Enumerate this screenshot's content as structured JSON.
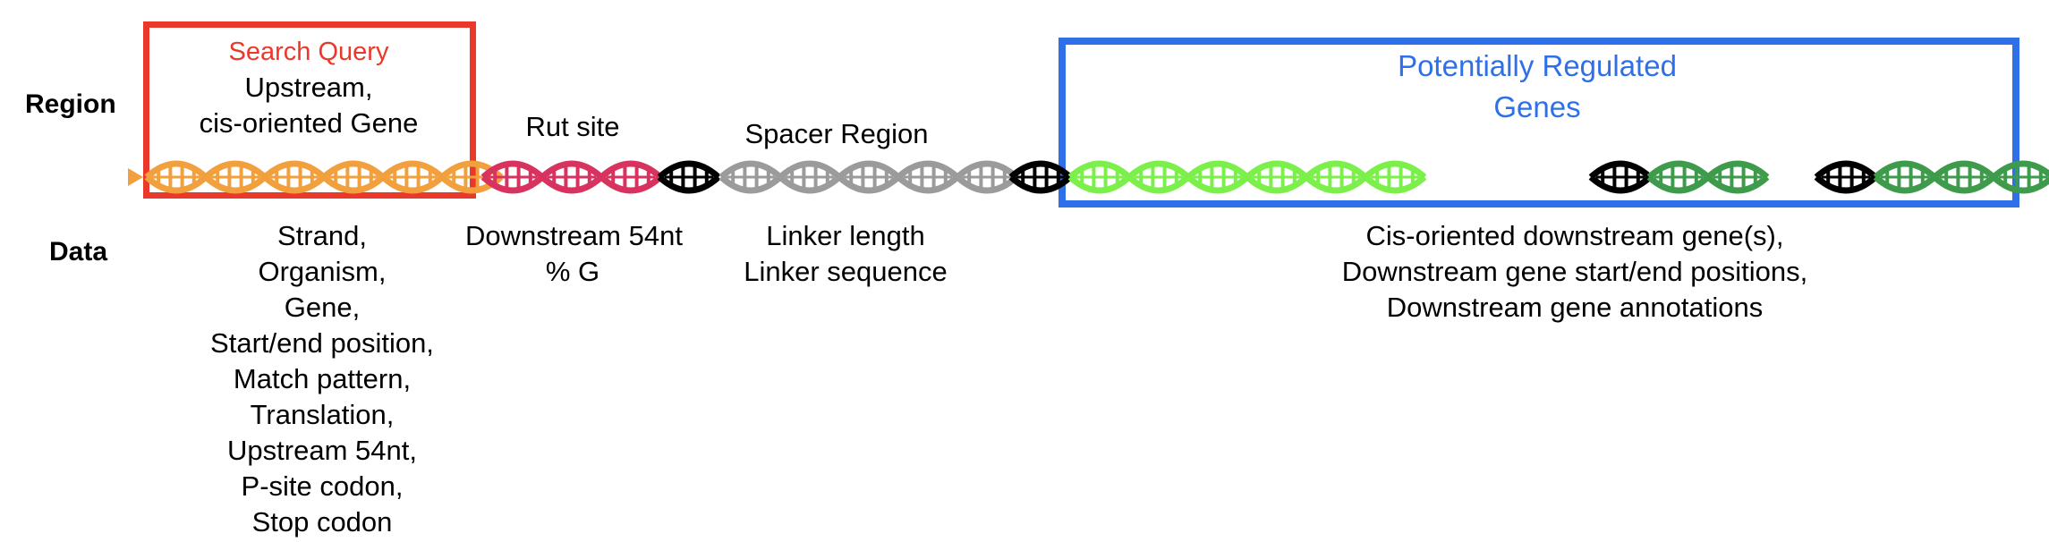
{
  "row_labels": {
    "region": "Region",
    "data": "Data"
  },
  "search_query": {
    "title": "Search Query",
    "subtitle_line1": "Upstream,",
    "subtitle_line2": "cis-oriented Gene",
    "color": "#e8392b",
    "data_lines": [
      "Strand,",
      "Organism,",
      "Gene,",
      "Start/end position,",
      "Match pattern,",
      "Translation,",
      "Upstream 54nt,",
      "P-site codon,",
      "Stop codon"
    ]
  },
  "rut_site": {
    "title": "Rut site",
    "data_lines": [
      "Downstream 54nt",
      "% G"
    ]
  },
  "spacer_region": {
    "title": "Spacer Region",
    "data_lines": [
      "Linker length",
      "Linker sequence"
    ]
  },
  "regulated_genes": {
    "title_line1": "Potentially Regulated",
    "title_line2": "Genes",
    "color": "#2f6fe8",
    "data_lines": [
      "Cis-oriented downstream gene(s),",
      "Downstream gene start/end positions,",
      "Downstream gene annotations"
    ]
  },
  "dna_segment_colors": {
    "orange": "#f2a03d",
    "crimson": "#d8325f",
    "black": "#000000",
    "gray": "#9b9b9b",
    "light_green": "#7cf04a",
    "dark_green": "#3f9b4c"
  }
}
